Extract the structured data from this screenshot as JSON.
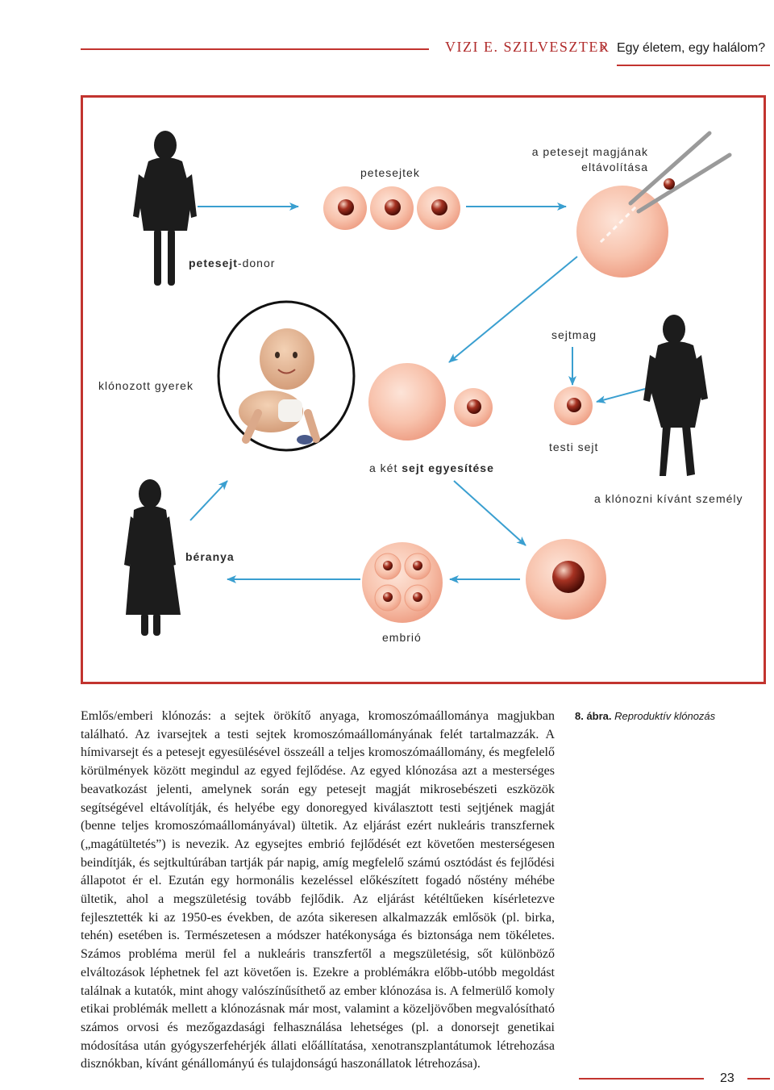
{
  "header": {
    "author": "VIZI E. SZILVESZTER",
    "separator": "›",
    "title": "Egy életem, egy halálom?"
  },
  "figure": {
    "labels": {
      "egg_cells": "petesejtek",
      "nucleus_removal_line1": "a petesejt magjának",
      "nucleus_removal_line2": "eltávolítása",
      "egg_donor_bold": "petesejt",
      "egg_donor_rest": "-donor",
      "nucleus": "sejtmag",
      "cloned_child": "klónozott gyerek",
      "body_cell": "testi sejt",
      "fusion_normal": "a két ",
      "fusion_bold": "sejt egyesítése",
      "person_to_clone": "a klónozni kívánt személy",
      "surrogate_mother": "béranya",
      "embryo": "embrió"
    },
    "colors": {
      "frame": "#c2342f",
      "arrow": "#3a9fd0",
      "cell": "#f6b8a0",
      "nucleus": "#8a1d0f",
      "silhouette": "#1c1c1c"
    }
  },
  "body_text": "Emlős/emberi klónozás: a sejtek örökítő anyaga, kromoszómaállománya magjukban található. Az ivarsejtek a testi sejtek kromoszómaállományának felét tartalmazzák. A hímivarsejt és a petesejt egyesülésével összeáll a teljes kromoszómaállomány, és megfelelő körülmények között megindul az egyed fejlődése. Az egyed klónozása azt a mesterséges beavatkozást jelenti, amelynek során egy petesejt magját mikrosebészeti eszközök segítségével eltávolítják, és helyébe egy donoregyed kiválasztott testi sejtjének magját (benne teljes kromoszómaállományával) ültetik. Az eljárást ezért nukleáris transzfernek („magátültetés”) is nevezik. Az egysejtes embrió fejlődését ezt követően mesterségesen beindítják, és sejtkultúrában tartják pár napig, amíg megfelelő számú osztódást és fejlődési állapotot ér el. Ezután egy hormonális kezeléssel előkészített fogadó nőstény méhébe ültetik, ahol a megszületésig tovább fejlődik. Az eljárást kétéltűeken kísérletezve fejlesztették ki az 1950-es években, de azóta sikeresen alkalmazzák emlősök (pl. birka, tehén) esetében is. Természetesen a módszer hatékonysága és biztonsága nem tökéletes. Számos probléma merül fel a nukleáris transzfertől a megszületésig, sőt különböző elváltozások léphetnek fel azt követően is. Ezekre a problémákra előbb-utóbb megoldást találnak a kutatók, mint ahogy valószínűsíthető az ember klónozása is. A felmerülő komoly etikai problémák mellett a klónozásnak már most, valamint a közeljövőben megvalósítható számos orvosi és mezőgazdasági felhasználása lehetséges (pl. a donorsejt genetikai módosítása után gyógyszerfehérjék állati előállítatása, xenotranszplantátumok létrehozása disznókban, kívánt génállományú és tulajdonságú haszonállatok létrehozása).",
  "caption": {
    "number": "8. ábra.",
    "title": "Reproduktív klónozás"
  },
  "page_number": "23"
}
